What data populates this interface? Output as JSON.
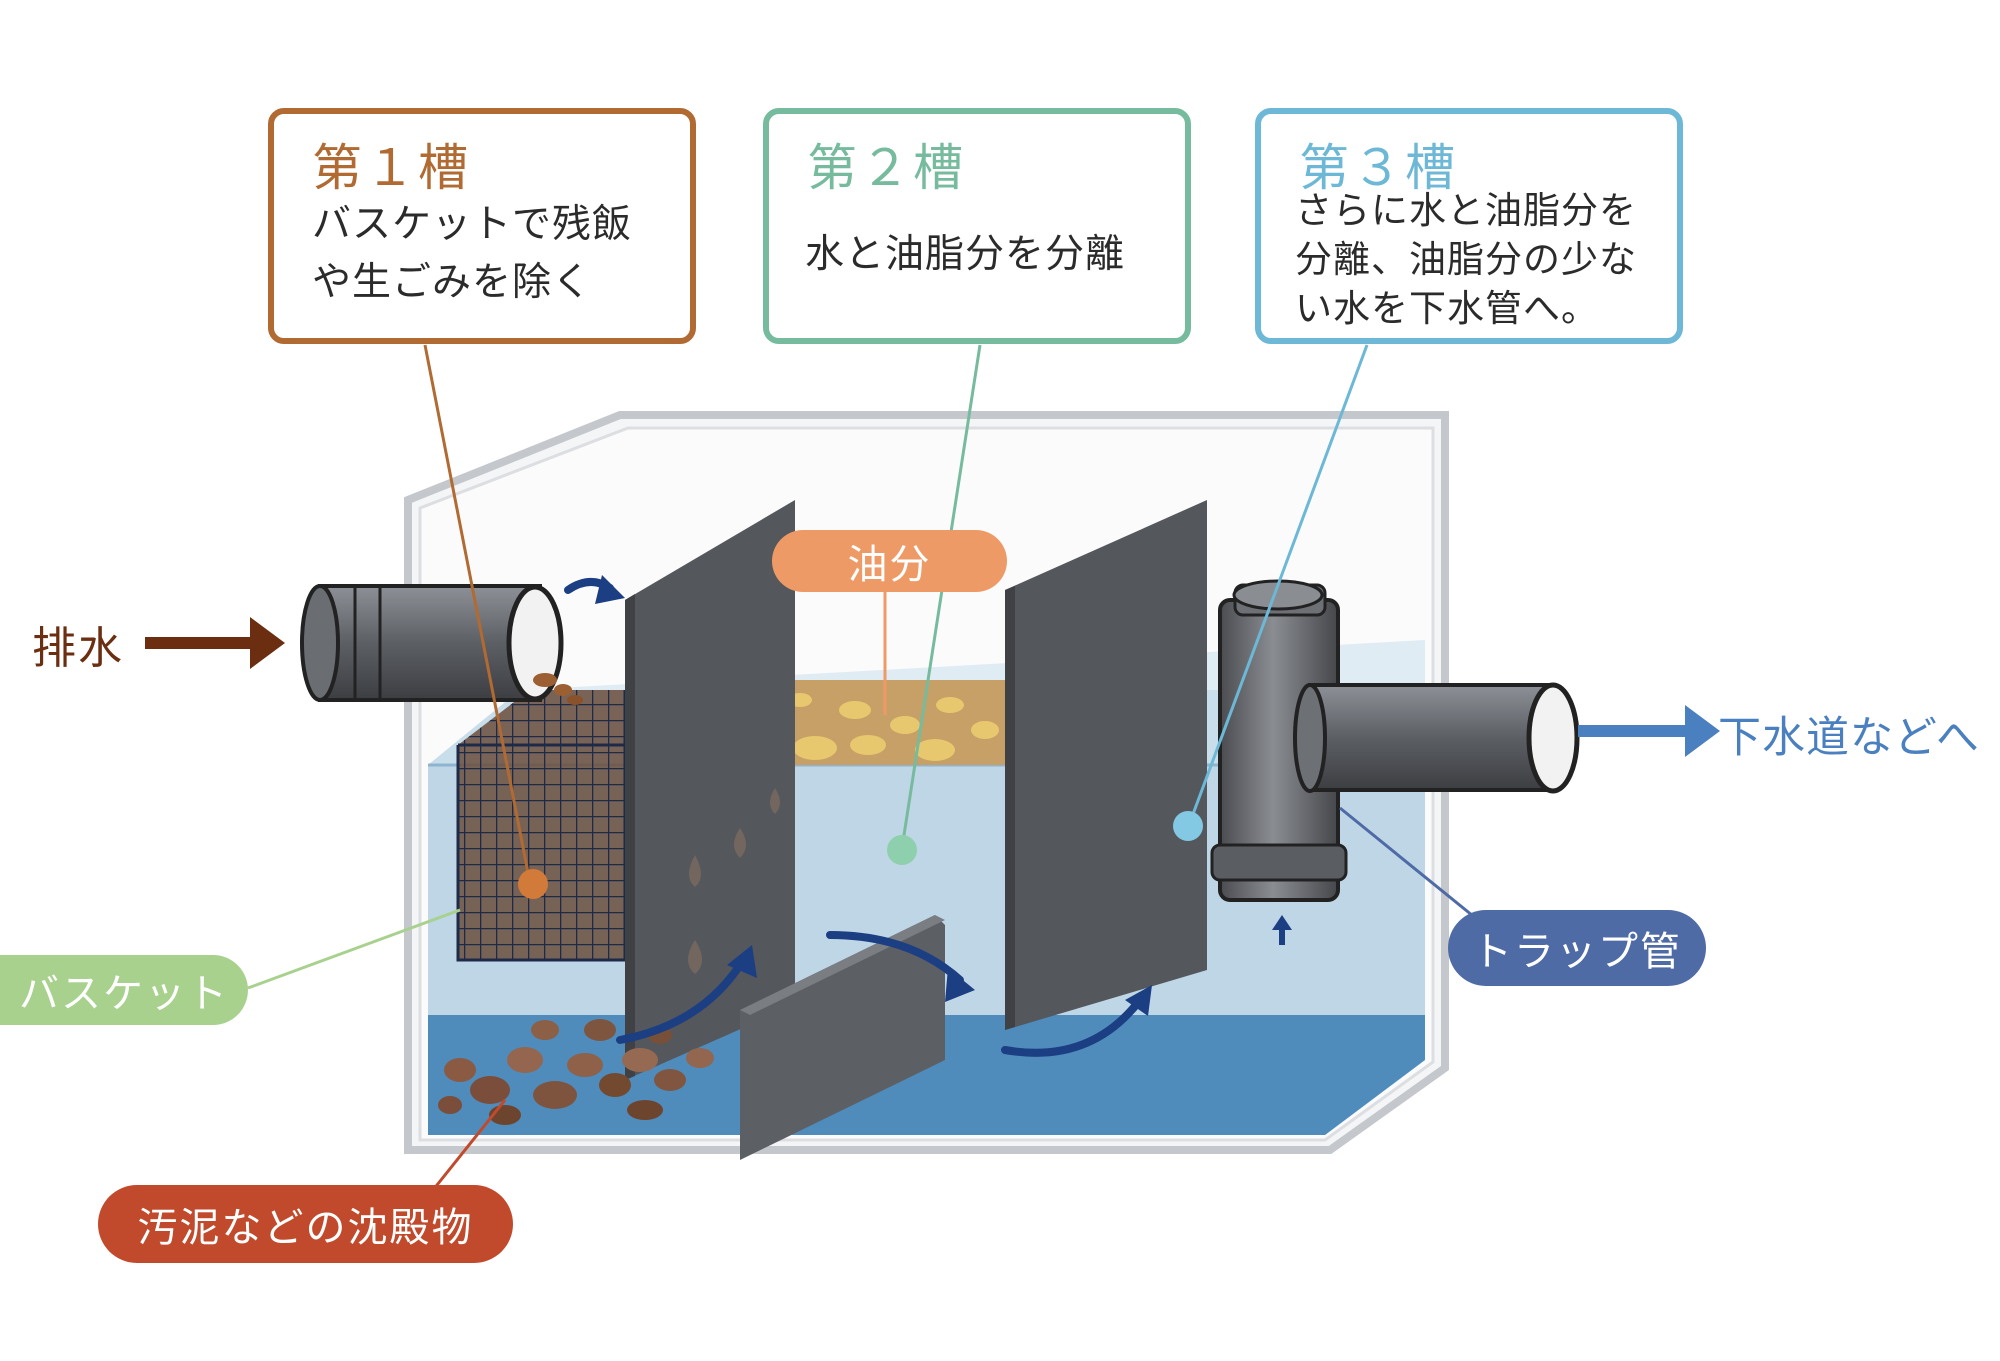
{
  "colors": {
    "tank1": "#b06a32",
    "tank2": "#76bb9d",
    "tank3": "#6cb8d6",
    "oil_pill": "#ee9a66",
    "basket_pill": "#a9d18e",
    "sludge_pill": "#c24a2c",
    "trap_pill": "#4f6ba6",
    "inflow": "#6b2e10",
    "outflow": "#4a7fc0",
    "water": "#5a95c0",
    "baffle": "#505358",
    "arrow": "#1c3e82"
  },
  "tank1": {
    "title": "第１槽",
    "lines": [
      "バスケットで残飯",
      "や生ごみを除く"
    ]
  },
  "tank2": {
    "title": "第２槽",
    "lines": [
      "水と油脂分を分離"
    ]
  },
  "tank3": {
    "title": "第３槽",
    "lines": [
      "さらに水と油脂分を",
      "分離、油脂分の少な",
      "い水を下水管へ。"
    ]
  },
  "labels": {
    "inflow": "排水",
    "outflow": "下水道などへ",
    "oil": "油分",
    "basket": "バスケット",
    "sludge": "汚泥などの沈殿物",
    "trap": "トラップ管"
  }
}
